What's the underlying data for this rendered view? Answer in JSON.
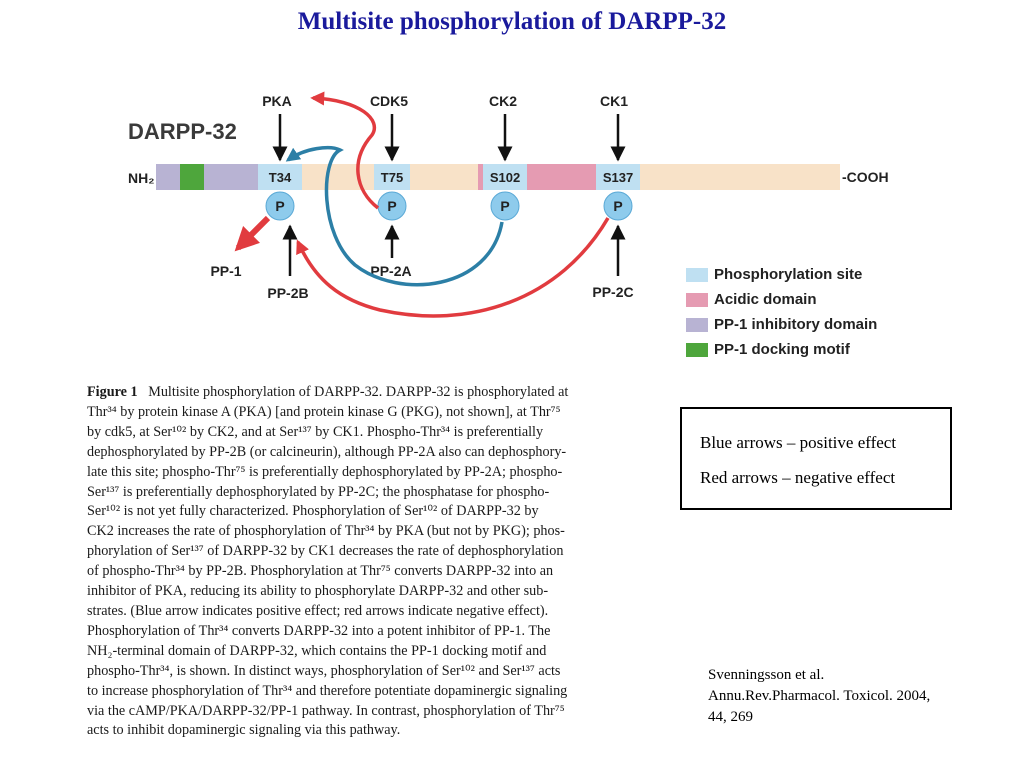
{
  "slide_title": "Multisite phosphorylation of DARPP-32",
  "diagram": {
    "protein_name": "DARPP-32",
    "n_terminus": "NH₂ -",
    "c_terminus": "-COOH",
    "sites": [
      "T34",
      "T75",
      "S102",
      "S137"
    ],
    "phospho_label": "P",
    "kinases": [
      "PKA",
      "CDK5",
      "CK2",
      "CK1"
    ],
    "phosphatases": [
      "PP-1",
      "PP-2B",
      "PP-2A",
      "PP-2C"
    ],
    "colors": {
      "phosphorylation_site": "#bfe0f2",
      "acidic_domain": "#e59bb2",
      "inhibitory_domain": "#b8b3d3",
      "docking_motif": "#4ea63c",
      "backbone": "#f8e2c8",
      "positive_arrow": "#2c7fa6",
      "negative_arrow": "#e13b3f"
    }
  },
  "legend": [
    {
      "label": "Phosphorylation site",
      "color": "#bfe0f2"
    },
    {
      "label": "Acidic domain",
      "color": "#e59bb2"
    },
    {
      "label": "PP-1 inhibitory domain",
      "color": "#b8b3d3"
    },
    {
      "label": "PP-1 docking motif",
      "color": "#4ea63c"
    }
  ],
  "caption": {
    "heading": "Figure 1",
    "lines": [
      "Multisite phosphorylation of DARPP-32. DARPP-32 is phosphorylated at",
      "Thr³⁴ by protein kinase A (PKA) [and protein kinase G (PKG), not shown], at Thr⁷⁵",
      "by cdk5, at Ser¹⁰² by CK2, and at Ser¹³⁷ by CK1. Phospho-Thr³⁴ is preferentially",
      "dephosphorylated by PP-2B (or calcineurin), although PP-2A also can dephosphory-",
      "late this site; phospho-Thr⁷⁵ is preferentially dephosphorylated by PP-2A; phospho-",
      "Ser¹³⁷ is preferentially dephosphorylated by PP-2C; the phosphatase for phospho-",
      "Ser¹⁰² is not yet fully characterized. Phosphorylation of Ser¹⁰² of DARPP-32 by",
      "CK2 increases the rate of phosphorylation of Thr³⁴ by PKA (but not by PKG); phos-",
      "phorylation of Ser¹³⁷ of DARPP-32 by CK1 decreases the rate of dephosphorylation",
      "of phospho-Thr³⁴ by PP-2B. Phosphorylation at Thr⁷⁵ converts DARPP-32 into an",
      "inhibitor of PKA, reducing its ability to phosphorylate DARPP-32 and other sub-",
      "strates. (Blue arrow indicates positive effect; red arrows indicate negative effect).",
      "Phosphorylation of Thr³⁴ converts DARPP-32 into a potent inhibitor of PP-1. The",
      "NH₂-terminal domain of DARPP-32, which contains the PP-1 docking motif and",
      "phospho-Thr³⁴, is shown. In distinct ways, phosphorylation of Ser¹⁰² and Ser¹³⁷ acts",
      "to increase phosphorylation of Thr³⁴ and therefore potentiate dopaminergic signaling",
      "via the cAMP/PKA/DARPP-32/PP-1 pathway. In contrast, phosphorylation of Thr⁷⁵",
      "acts to inhibit dopaminergic signaling via this pathway."
    ]
  },
  "key_box": {
    "blue": "Blue arrows – positive effect",
    "red": "Red arrows – negative effect"
  },
  "citation": {
    "authors": "Svenningsson et al.",
    "journal": "Annu.Rev.Pharmacol. Toxicol. 2004,",
    "volume": "44, 269"
  }
}
